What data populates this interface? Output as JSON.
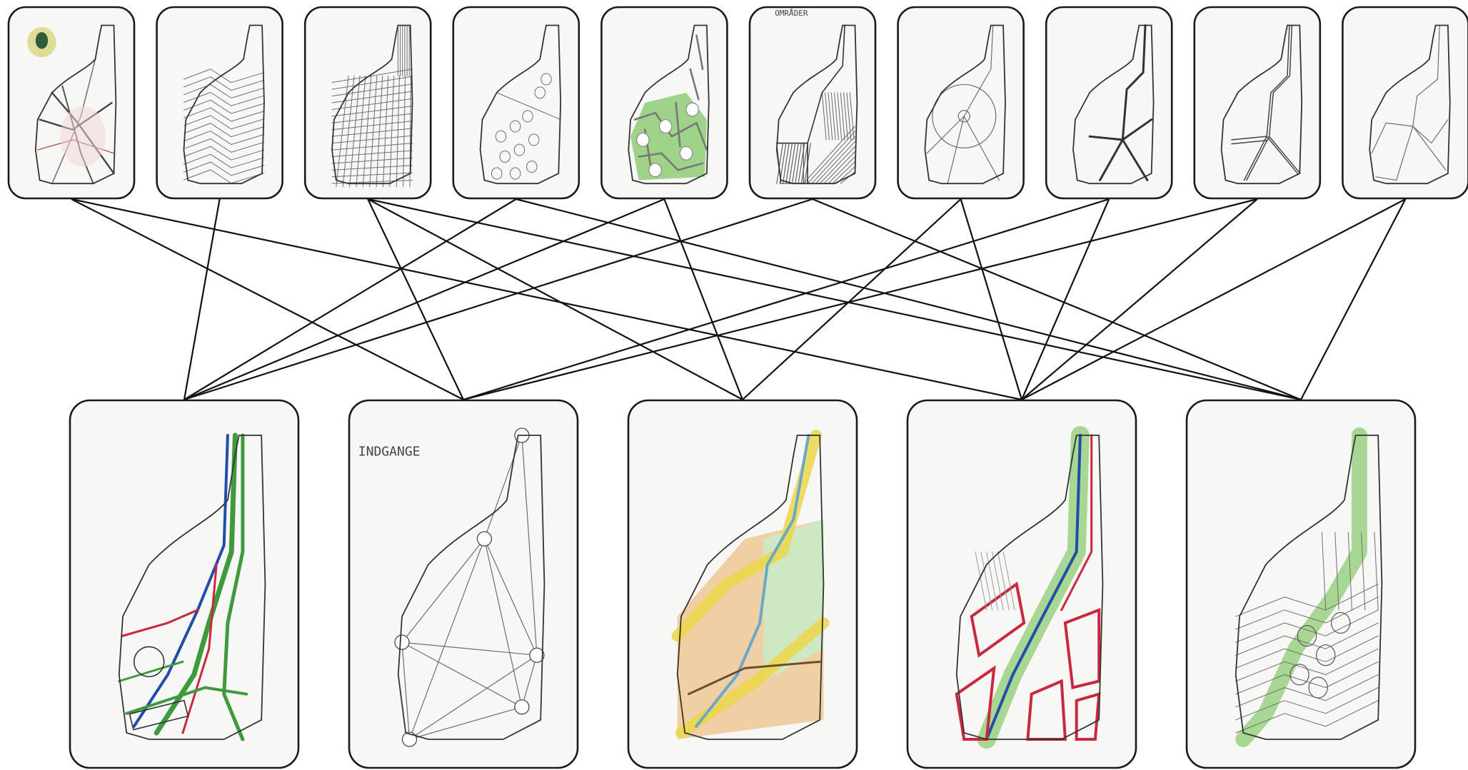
{
  "top_sketches": [
    {
      "id": "t1",
      "label": "",
      "pattern": "crossing-lines-with-color-blob"
    },
    {
      "id": "t2",
      "label": "",
      "pattern": "contour-lines"
    },
    {
      "id": "t3",
      "label": "",
      "pattern": "grid-mesh"
    },
    {
      "id": "t4",
      "label": "",
      "pattern": "oval-holes"
    },
    {
      "id": "t5",
      "label": "",
      "pattern": "voronoi-cells-colored"
    },
    {
      "id": "t6",
      "label": "OMRÅDER",
      "pattern": "hatched-zones"
    },
    {
      "id": "t7",
      "label": "",
      "pattern": "circle-center"
    },
    {
      "id": "t8",
      "label": "",
      "pattern": "bold-branching-lines"
    },
    {
      "id": "t9",
      "label": "",
      "pattern": "double-branching-lines"
    },
    {
      "id": "t10",
      "label": "",
      "pattern": "thin-branching-lines"
    }
  ],
  "bottom_sketches": [
    {
      "id": "b1",
      "label": "",
      "pattern": "colored-roads-river"
    },
    {
      "id": "b2",
      "label": "INDGANGE",
      "pattern": "node-network"
    },
    {
      "id": "b3",
      "label": "",
      "pattern": "river-yellow-bands"
    },
    {
      "id": "b4",
      "label": "",
      "pattern": "red-blocks-green-corridor"
    },
    {
      "id": "b5",
      "label": "",
      "pattern": "green-corridor-contours"
    }
  ],
  "links": [
    [
      "t1",
      "b2"
    ],
    [
      "t1",
      "b4"
    ],
    [
      "t2",
      "b1"
    ],
    [
      "t3",
      "b2"
    ],
    [
      "t3",
      "b3"
    ],
    [
      "t3",
      "b5"
    ],
    [
      "t4",
      "b1"
    ],
    [
      "t4",
      "b5"
    ],
    [
      "t5",
      "b1"
    ],
    [
      "t5",
      "b3"
    ],
    [
      "t6",
      "b1"
    ],
    [
      "t6",
      "b5"
    ],
    [
      "t7",
      "b3"
    ],
    [
      "t7",
      "b4"
    ],
    [
      "t8",
      "b4"
    ],
    [
      "t8",
      "b2"
    ],
    [
      "t9",
      "b2"
    ],
    [
      "t9",
      "b4"
    ],
    [
      "t10",
      "b4"
    ],
    [
      "t10",
      "b5"
    ]
  ],
  "colors": {
    "frame": "#1a1a1a",
    "pencil": "#6e6e6e",
    "ink": "#2b2b2b",
    "green": "#3f9a3c",
    "light_green": "#9fd38a",
    "red": "#c9283e",
    "blue": "#1f4fa8",
    "yellow": "#ecd64a",
    "peach": "#f1cfa4",
    "river": "#6aa8c9"
  }
}
